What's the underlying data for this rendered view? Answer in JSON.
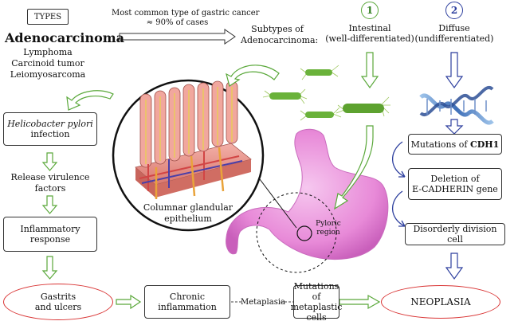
{
  "types_label": "TYPES",
  "types_list": {
    "main": "Adenocarcinoma",
    "items": [
      "Lymphoma",
      "Carcinoid tumor",
      "Leiomyosarcoma"
    ]
  },
  "common_note": {
    "line1": "Most common type of gastric cancer",
    "line2": "≈ 90% of cases"
  },
  "subtypes": {
    "label_line1": "Subtypes of",
    "label_line2": "Adenocarcinoma:",
    "intestinal": {
      "number": "1",
      "line1": "Intestinal",
      "line2": "(well-differentiated)"
    },
    "diffuse": {
      "number": "2",
      "line1": "Diffuse",
      "line2": "(undifferentiated)"
    }
  },
  "left_flow": {
    "hpylori": {
      "italic": "Helicobacter pylori",
      "rest": "infection"
    },
    "virulence": {
      "line1": "Release virulence",
      "line2": "factors"
    },
    "inflammatory": {
      "line1": "Inflammatory",
      "line2": "response"
    },
    "gastritis": {
      "line1": "Gastrits",
      "line2": "and ulcers"
    }
  },
  "bottom_flow": {
    "chronic": {
      "line1": "Chronic",
      "line2": "inflammation"
    },
    "metaplasia": "Metaplasia",
    "mutations": {
      "line1": "Mutations of",
      "line2": "metaplastic cells"
    },
    "neoplasia": "NEOPLASIA"
  },
  "right_flow": {
    "cdh1": {
      "prefix": "Mutations of ",
      "bold": "CDH1"
    },
    "deletion": {
      "line1": "Deletion of",
      "line2": "E-CADHERIN gene"
    },
    "disorderly": "Disorderly division cell"
  },
  "epithelium_label": {
    "line1": "Columnar glandular",
    "line2": "epithelium"
  },
  "pyloric_label": {
    "line1": "Pyloric",
    "line2": "region"
  },
  "colors": {
    "green_arrow": "#5aa83a",
    "blue_arrow": "#2d3f9e",
    "red_oval": "#d93434",
    "stomach": "#e88ad8",
    "bacteria": "#6ab23a"
  }
}
